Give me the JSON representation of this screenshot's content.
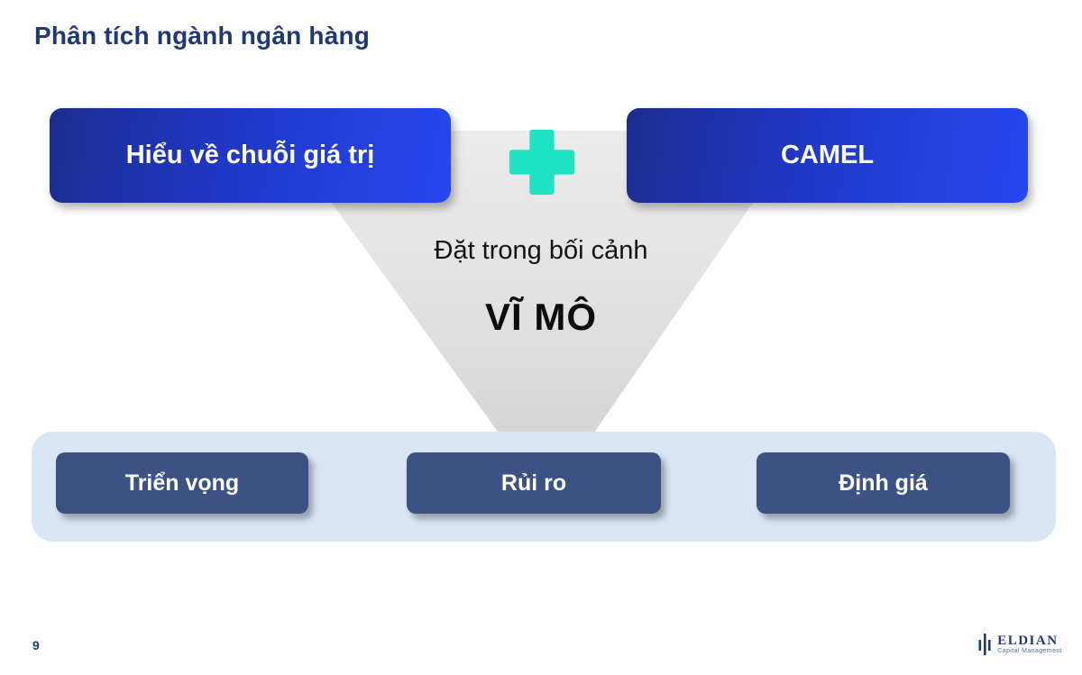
{
  "slide": {
    "title": "Phân tích ngành ngân hàng",
    "page_number": "9"
  },
  "formula": {
    "left_box": "Hiểu về chuỗi giá trị",
    "right_box": "CAMEL",
    "operator": "plus"
  },
  "funnel": {
    "context_line": "Đặt trong bối cảnh",
    "emphasis_line": "VĨ MÔ"
  },
  "outputs": {
    "items": [
      {
        "label": "Triển vọng"
      },
      {
        "label": "Rủi ro"
      },
      {
        "label": "Định giá"
      }
    ]
  },
  "footer": {
    "brand": "ELDIAN",
    "brand_sub": "Capital Management"
  },
  "colors": {
    "title_text": "#1F3972",
    "box_gradient_start": "#1B2C8E",
    "box_gradient_end": "#2547F0",
    "plus": "#1FE3C2",
    "funnel_gray": "#E4E4E4",
    "panel_bg": "#D8E5F4",
    "pill_bg": "#3D5284",
    "pill_text": "#FFFFFF"
  }
}
